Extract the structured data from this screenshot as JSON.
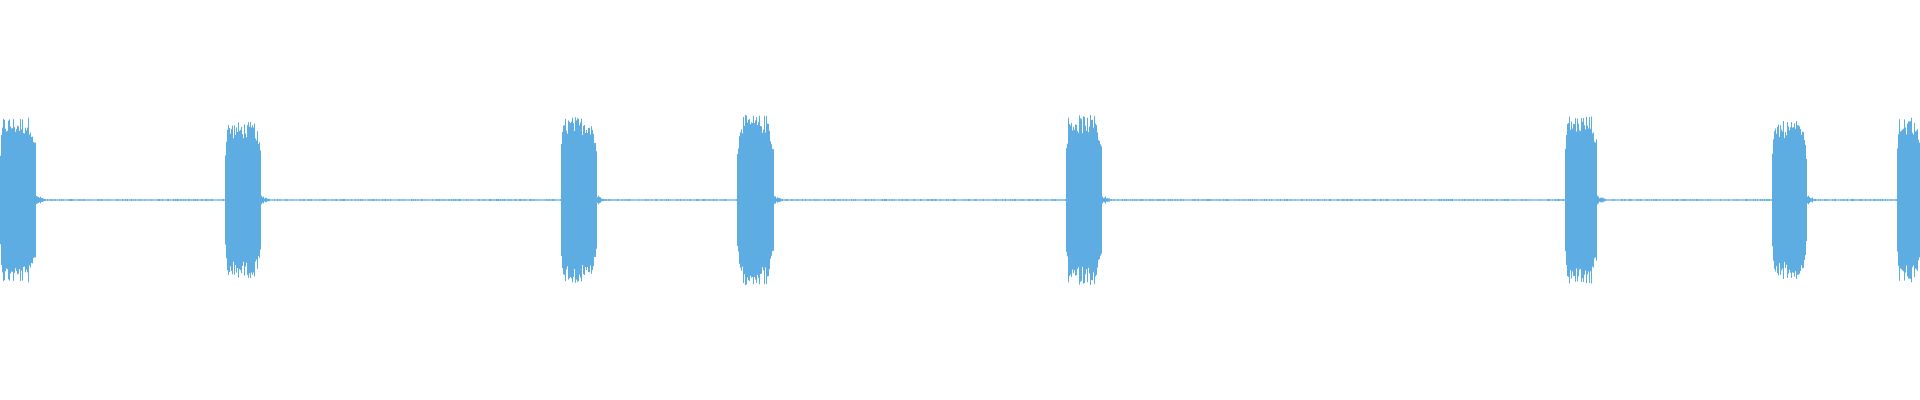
{
  "waveform": {
    "color": "#5DADE2",
    "background": "#FFFFFF",
    "bursts": [
      {
        "start": 0.0,
        "end": 0.019,
        "peak": 0.98
      },
      {
        "start": 0.117,
        "end": 0.136,
        "peak": 0.92
      },
      {
        "start": 0.292,
        "end": 0.311,
        "peak": 0.98
      },
      {
        "start": 0.384,
        "end": 0.403,
        "peak": 1.0
      },
      {
        "start": 0.555,
        "end": 0.574,
        "peak": 1.0
      },
      {
        "start": 0.815,
        "end": 0.832,
        "peak": 1.0
      },
      {
        "start": 0.923,
        "end": 0.941,
        "peak": 0.93
      },
      {
        "start": 0.988,
        "end": 1.0,
        "peak": 0.97
      }
    ],
    "noise_floor": 0.012
  }
}
